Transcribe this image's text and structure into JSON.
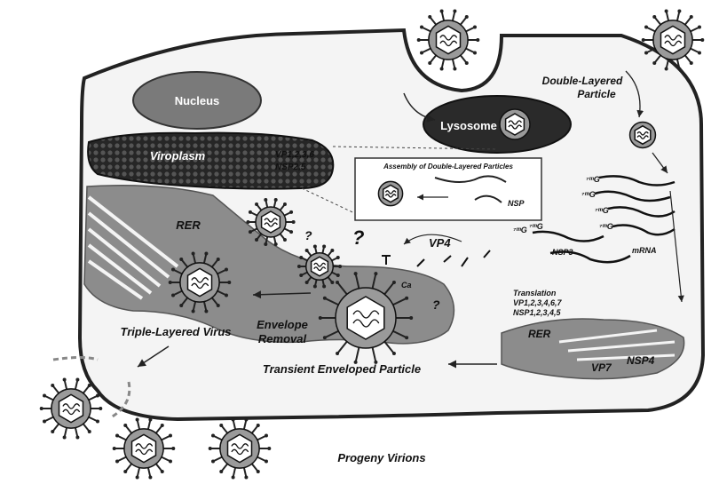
{
  "labels": {
    "nucleus": "Nucleus",
    "lysosome": "Lysosome",
    "viroplasm": "Viroplasm",
    "vp_viroplasm_1": "VP1,2,3,6",
    "vp_viroplasm_2": "NSP2,5",
    "rer_left": "RER",
    "rer_right": "RER",
    "double_layered_1": "Double-Layered",
    "double_layered_2": "Particle",
    "assembly_title": "Assembly of Double-Layered Particles",
    "nsp": "NSP",
    "nsp3": "NSP3",
    "mrna": "mRNA",
    "cap1": "⁷ᵐG",
    "cap2": "⁷ᵐG",
    "cap3": "⁷ᵐG",
    "cap4": "⁷ᵐG",
    "cap5": "⁷ᵐG",
    "cap6": "⁷ᵐG",
    "vp4": "VP4",
    "ca": "Ca",
    "question_big": "?",
    "question_small1": "?",
    "question_small2": "?",
    "translation": "Translation",
    "translation_vp": "VP1,2,3,4,6,7",
    "translation_nsp": "NSP1,2,3,4,5",
    "vp7": "VP7",
    "nsp4": "NSP4",
    "envelope_1": "Envelope",
    "envelope_2": "Removal",
    "triple_layered": "Triple-Layered Virus",
    "transient": "Transient Enveloped Particle",
    "progeny": "Progeny Virions"
  },
  "colors": {
    "cell_fill": "#f4f4f4",
    "nucleus": "#7a7a7a",
    "lysosome": "#2a2a2a",
    "viroplasm": "#262626",
    "rer": "#8c8c8c",
    "outline": "#222222"
  }
}
